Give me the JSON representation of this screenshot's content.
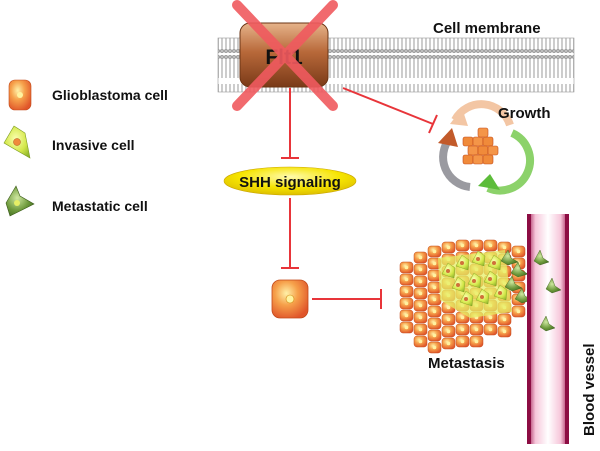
{
  "diagram": {
    "membrane_label": "Cell membrane",
    "receptor_label": "Flt1",
    "signaling_label": "SHH signaling",
    "growth_label": "Growth",
    "metastasis_label": "Metastasis",
    "vessel_label": "Blood vessel"
  },
  "legend": {
    "items": [
      {
        "label": "Glioblastoma cell",
        "icon": "glioblastoma-cell-icon"
      },
      {
        "label": "Invasive cell",
        "icon": "invasive-cell-icon"
      },
      {
        "label": "Metastatic cell",
        "icon": "metastatic-cell-icon"
      }
    ]
  },
  "colors": {
    "inhibition": "#e8353a",
    "cross": "#f05a5f",
    "signaling_fill": "#f6e400",
    "receptor": "#a0592a",
    "vessel": "#c2185b",
    "glioblastoma": "#f08a3a",
    "invasive": "#d7e84a",
    "metastatic": "#6e9a3c"
  }
}
